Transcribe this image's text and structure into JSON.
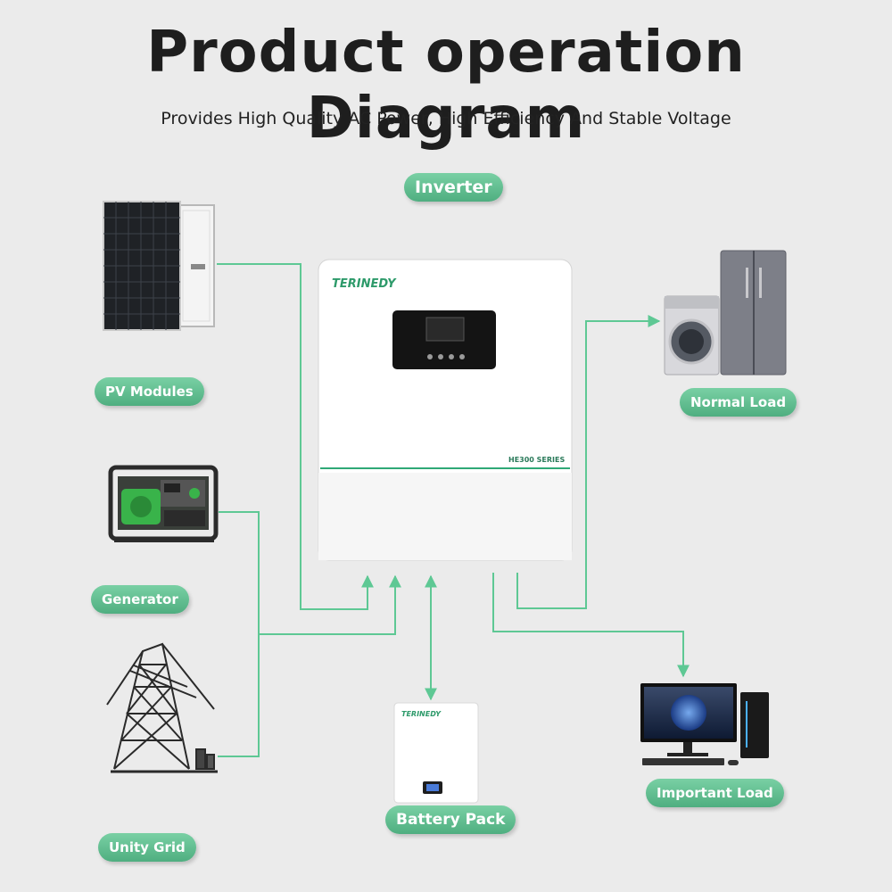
{
  "title": "Product operation Diagram",
  "subtitle": "Provides High Quality AC Power, High Efficiency And Stable Voltage",
  "labels": {
    "inverter": "Inverter",
    "pv_modules": "PV Modules",
    "generator": "Generator",
    "unity_grid": "Unity Grid",
    "normal_load": "Normal Load",
    "battery_pack": "Battery Pack",
    "important_load": "Important Load"
  },
  "inverter_device": {
    "brand": "TERINEDY",
    "series": "HE300 SERIES"
  },
  "battery_device": {
    "brand": "TERINEDY"
  },
  "colors": {
    "accent": "#5ec894",
    "pill": "#5dba8c",
    "background": "#ebebeb"
  }
}
